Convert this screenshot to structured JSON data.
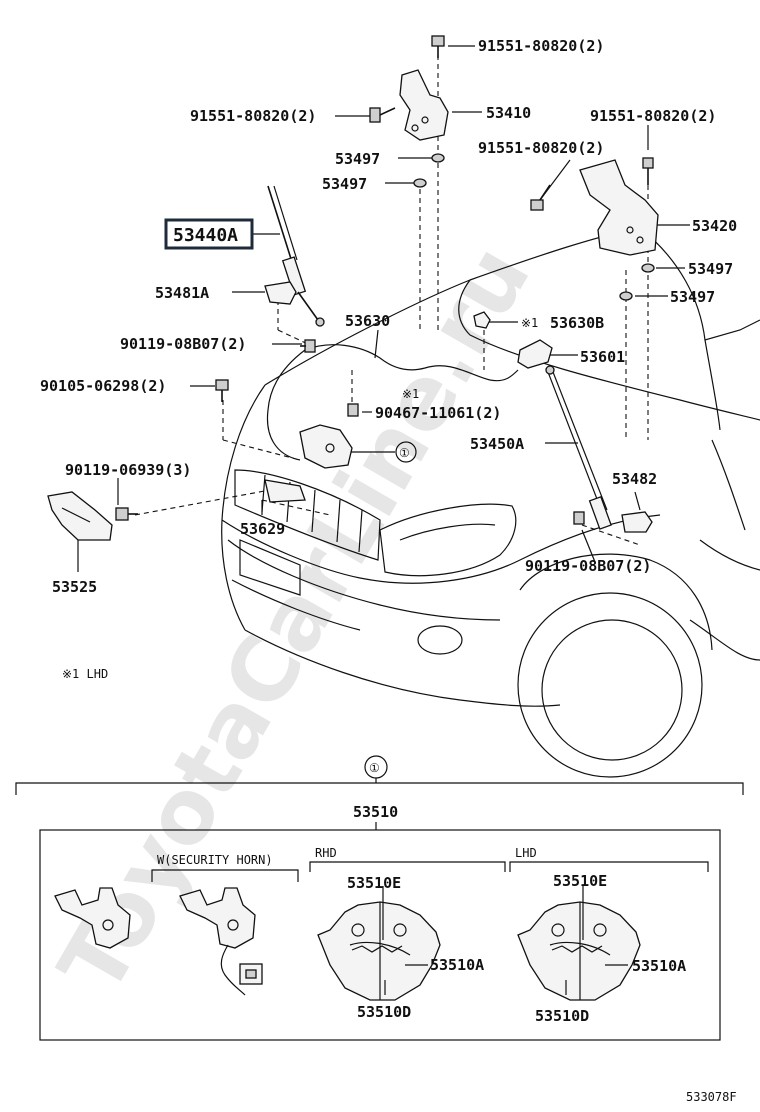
{
  "watermark": "ToyotaCarLine.ru",
  "diagram_code": "533078F",
  "note": "※1 LHD",
  "callout_marker": "①",
  "part_labels": {
    "bolt_top": "91551-80820(2)",
    "bolt_left": "91551-80820(2)",
    "bolt_right_top": "91551-80820(2)",
    "bolt_right": "91551-80820(2)",
    "hinge_left": "53410",
    "hinge_right": "53420",
    "washer_l1": "53497",
    "washer_l2": "53497",
    "washer_r1": "53497",
    "washer_r2": "53497",
    "stay_left": "53440A",
    "bracket_left": "53481A",
    "bolt_stay_left": "90119-08B07(2)",
    "cable": "53630",
    "clip_cable": "53630B",
    "clip_cable_note": "※1",
    "release_lever": "53601",
    "bolt_small": "90105-06298(2)",
    "clamp": "90467-11061(2)",
    "clamp_note": "※1",
    "stay_right": "53450A",
    "bracket_right": "53482",
    "bolt_guard": "90119-06939(3)",
    "seal": "53629",
    "bolt_stay_right": "90119-08B07(2)",
    "guard": "53525"
  },
  "lock_section": {
    "assembly": "53510",
    "variant_security": "W(SECURITY HORN)",
    "variant_rhd": "RHD",
    "variant_lhd": "LHD",
    "rhd_e": "53510E",
    "rhd_a": "53510A",
    "rhd_d": "53510D",
    "lhd_e": "53510E",
    "lhd_a": "53510A",
    "lhd_d": "53510D"
  }
}
